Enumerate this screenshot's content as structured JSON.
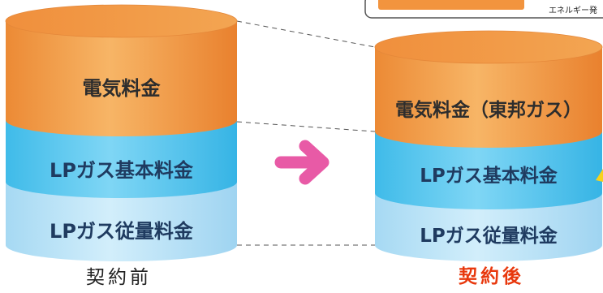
{
  "before": {
    "layers": [
      "電気料金",
      "LPガス基本料金",
      "LPガス従量料金"
    ],
    "caption": "契約前"
  },
  "after": {
    "layers": [
      "電気料金（東邦ガス）",
      "LPガス基本料金",
      "LPガス従量料金"
    ],
    "caption": "契約後"
  },
  "top_note": "エネルギー発",
  "colors": {
    "electric": "#f2a04a",
    "base": "#5bc8ef",
    "usage": "#b8e2f7",
    "arrow": "#e85aa6",
    "after_caption": "#e8380d",
    "lp_text": "#1f3b60"
  }
}
